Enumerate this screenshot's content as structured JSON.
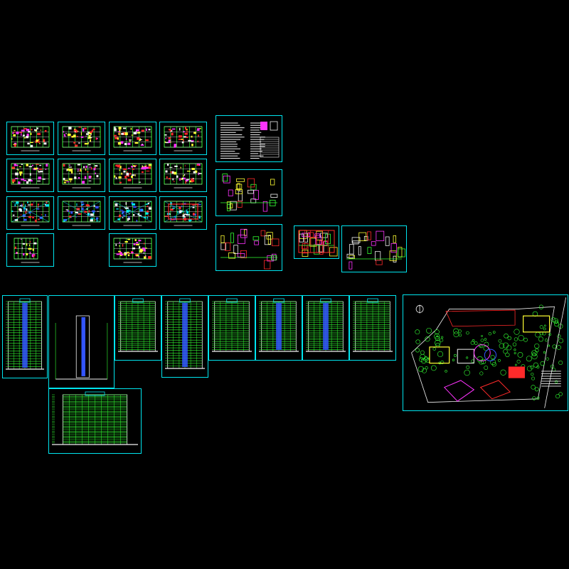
{
  "drawing": {
    "background": "#000000",
    "frame_color": "#00e5ee",
    "palette": {
      "green": "#33ff33",
      "white": "#f2f2f2",
      "yellow": "#ffff33",
      "red": "#ff2a2a",
      "magenta": "#ff33ff",
      "blue": "#3355ff",
      "cyan": "#00e5ee"
    },
    "groups": {
      "floor_plans": 14,
      "detail_sheets": 5,
      "elevations": 9,
      "site_plan": 1
    }
  }
}
